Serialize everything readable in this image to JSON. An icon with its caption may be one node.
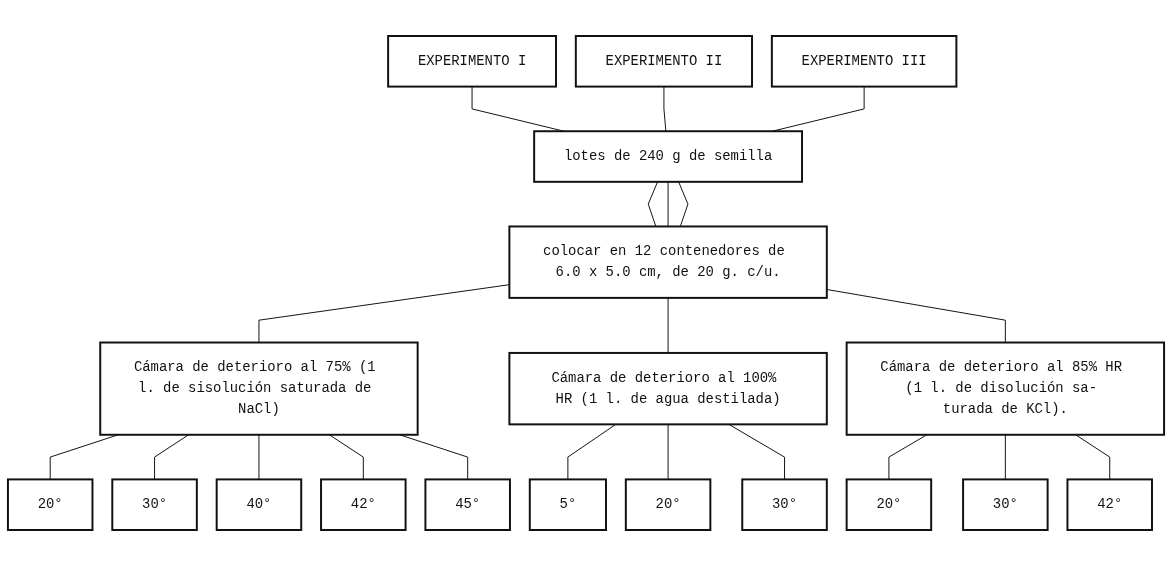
{
  "diagram": {
    "nodes": [
      {
        "text": [
          "EXPERIMENTO I"
        ]
      },
      {
        "text": [
          "EXPERIMENTO II"
        ]
      },
      {
        "text": [
          "EXPERIMENTO III"
        ]
      },
      {
        "text": [
          "lotes de 240 g de semilla"
        ]
      },
      {
        "text": [
          "colocar en 12 contenedores de 6.0 x 5.0 cm, de 20 g. c/u."
        ]
      },
      {
        "text": [
          "Cámara de deterioro al 75% (1 l. de sisolución saturada de NaCl)"
        ]
      },
      {
        "text": [
          "Cámara de deterioro al 100% HR (1 l. de agua destilada)"
        ]
      },
      {
        "text": [
          "Cámara de deterioro al 85% HR (1 l. de disolución sa- turada de KCl)."
        ]
      },
      {
        "text": [
          "20°"
        ]
      },
      {
        "text": [
          "30°"
        ]
      },
      {
        "text": [
          "40°"
        ]
      },
      {
        "text": [
          "42°"
        ]
      },
      {
        "text": [
          "45°"
        ]
      },
      {
        "text": [
          "5°"
        ]
      },
      {
        "text": [
          "20°"
        ]
      },
      {
        "text": [
          "30°"
        ]
      },
      {
        "text": [
          "20°"
        ]
      },
      {
        "text": [
          "30°"
        ]
      },
      {
        "text": [
          "42°"
        ]
      }
    ],
    "edges": [
      {
        "from": 0,
        "to": 3,
        "arrow": "none"
      },
      {
        "from": 1,
        "to": 3,
        "arrow": "none"
      },
      {
        "from": 2,
        "to": 3,
        "arrow": "none"
      },
      {
        "from": 3,
        "to": 4,
        "arrow": "none"
      },
      {
        "from": 3,
        "to": 4,
        "arrow": "none"
      },
      {
        "from": 3,
        "to": 4,
        "arrow": "none"
      },
      {
        "from": 4,
        "to": 5,
        "arrow": "none"
      },
      {
        "from": 4,
        "to": 6,
        "arrow": "none"
      },
      {
        "from": 4,
        "to": 7,
        "arrow": "none"
      },
      {
        "from": 5,
        "to": 8,
        "arrow": "none"
      },
      {
        "from": 5,
        "to": 9,
        "arrow": "none"
      },
      {
        "from": 5,
        "to": 10,
        "arrow": "none"
      },
      {
        "from": 5,
        "to": 11,
        "arrow": "none"
      },
      {
        "from": 5,
        "to": 12,
        "arrow": "none"
      },
      {
        "from": 6,
        "to": 13,
        "arrow": "none"
      },
      {
        "from": 6,
        "to": 14,
        "arrow": "none"
      },
      {
        "from": 6,
        "to": 15,
        "arrow": "none"
      },
      {
        "from": 7,
        "to": 16,
        "arrow": "none"
      },
      {
        "from": 7,
        "to": 17,
        "arrow": "none"
      },
      {
        "from": 7,
        "to": 18,
        "arrow": "none"
      }
    ]
  }
}
